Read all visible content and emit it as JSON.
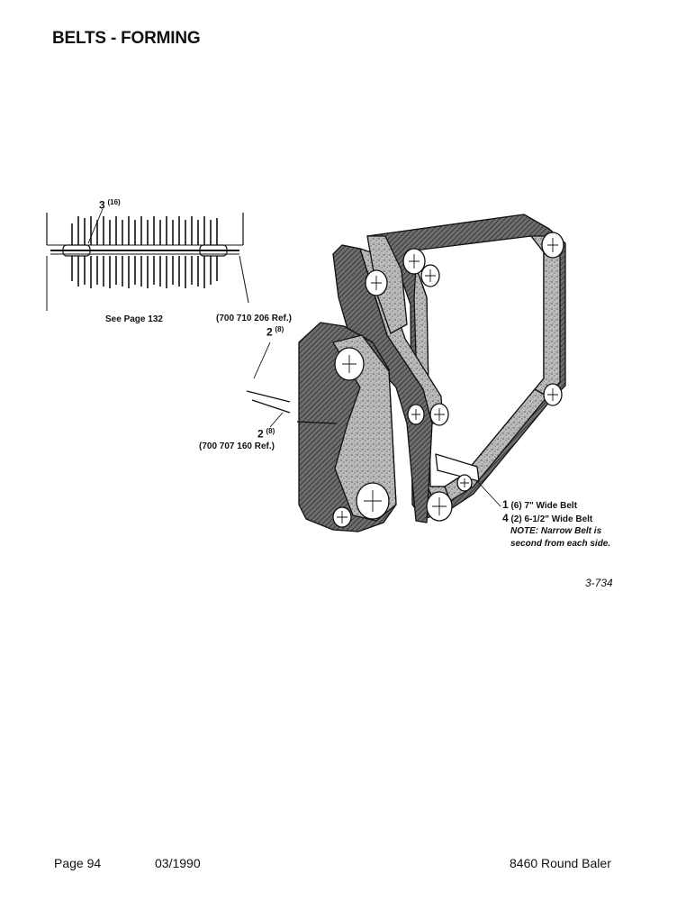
{
  "page": {
    "title": "BELTS - FORMING",
    "figure_id": "3-734"
  },
  "inset": {
    "callout_number": "3",
    "callout_qty": "(16)",
    "see_page": "See Page 132"
  },
  "callouts": {
    "upper_ref": "(700 710 206 Ref.)",
    "upper_number": "2",
    "upper_qty": "(8)",
    "lower_number": "2",
    "lower_qty": "(8)",
    "lower_ref": "(700 707 160 Ref.)",
    "belt1_number": "1",
    "belt1_text": "(6) 7\" Wide Belt",
    "belt4_number": "4",
    "belt4_text": "(2) 6-1/2\" Wide Belt",
    "note_line1": "NOTE: Narrow Belt is",
    "note_line2": "second from each side."
  },
  "footer": {
    "page_number": "Page 94",
    "date": "03/1990",
    "model": "8460 Round Baler"
  }
}
